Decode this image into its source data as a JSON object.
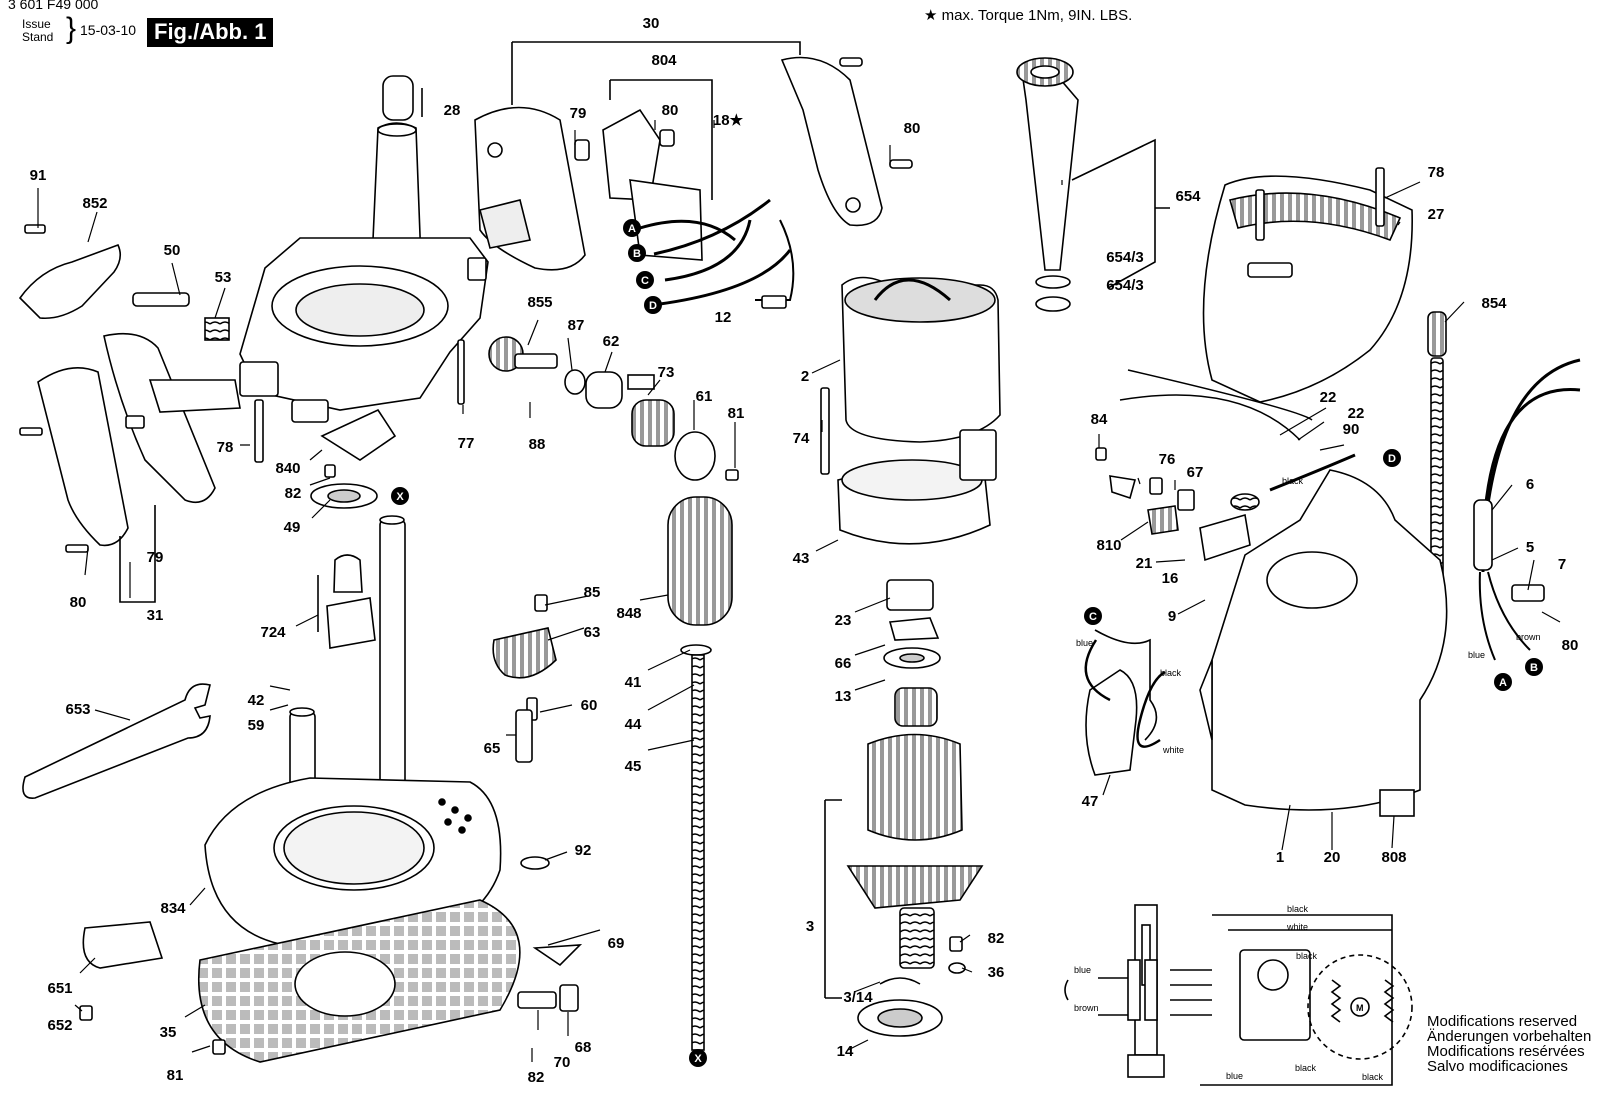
{
  "header": {
    "doc_number": "3 601 F49 000",
    "issue_label": "Issue",
    "stand_label": "Stand",
    "date": "15-03-10",
    "figure_label": "Fig./Abb. 1",
    "torque_note": "max. Torque 1Nm,  9IN. LBS."
  },
  "modifications": [
    "Modifications reserved",
    "Änderungen vorbehalten",
    "Modifications resérvées",
    "Salvo modificaciones"
  ],
  "callouts": {
    "c30": "30",
    "c804": "804",
    "c79a": "79",
    "c80a": "80",
    "c18": "18★",
    "c28": "28",
    "c91": "91",
    "c852": "852",
    "c50": "50",
    "c53": "53",
    "c80b": "80",
    "c78a": "78",
    "c840": "840",
    "c82a": "82",
    "c49": "49",
    "c77": "77",
    "c855": "855",
    "c87": "87",
    "c62": "62",
    "c73": "73",
    "c61": "61",
    "c81a": "81",
    "c88": "88",
    "c12": "12",
    "c79b": "79",
    "c80c": "80",
    "c31": "31",
    "c724": "724",
    "c653": "653",
    "c42": "42",
    "c59": "59",
    "c85": "85",
    "c63": "63",
    "c60": "60",
    "c65": "65",
    "c848": "848",
    "c41": "41",
    "c44": "44",
    "c45": "45",
    "c92": "92",
    "c834": "834",
    "c69": "69",
    "c651": "651",
    "c652": "652",
    "c35": "35",
    "c81b": "81",
    "c82b": "82",
    "c70": "70",
    "c68": "68",
    "c654": "654",
    "c654_3a": "654/3",
    "c654_3b": "654/3",
    "c2": "2",
    "c74": "74",
    "c43": "43",
    "c23": "23",
    "c66": "66",
    "c13": "13",
    "c3": "3",
    "c82c": "82",
    "c36": "36",
    "c3_14": "3/14",
    "c14": "14",
    "c78b": "78",
    "c27": "27",
    "c854": "854",
    "c22a": "22",
    "c22b": "22",
    "c90": "90",
    "c84": "84",
    "c76": "76",
    "c67": "67",
    "c810": "810",
    "c21": "21",
    "c16": "16",
    "c6": "6",
    "c5": "5",
    "c7": "7",
    "c80d": "80",
    "c9": "9",
    "c47": "47",
    "c1": "1",
    "c20": "20",
    "c808": "808"
  },
  "wire_labels": {
    "w_black_top": "black",
    "w_blue_left": "blue",
    "w_black_mid": "black",
    "w_white_mid": "white",
    "w_brown_r": "brown",
    "w_blue_r": "blue",
    "sch_black1": "black",
    "sch_white": "white",
    "sch_black2": "black",
    "sch_blue_l": "blue",
    "sch_brown_l": "brown",
    "sch_blue_b": "blue",
    "sch_black_b": "black",
    "sch_black_br": "black",
    "sch_motor": "M"
  },
  "markers": {
    "mA": "A",
    "mB": "B",
    "mC": "C",
    "mD": "D",
    "mA2": "A",
    "mB2": "B",
    "mC2": "C",
    "mD2": "D",
    "mX1": "X",
    "mX2": "X"
  }
}
